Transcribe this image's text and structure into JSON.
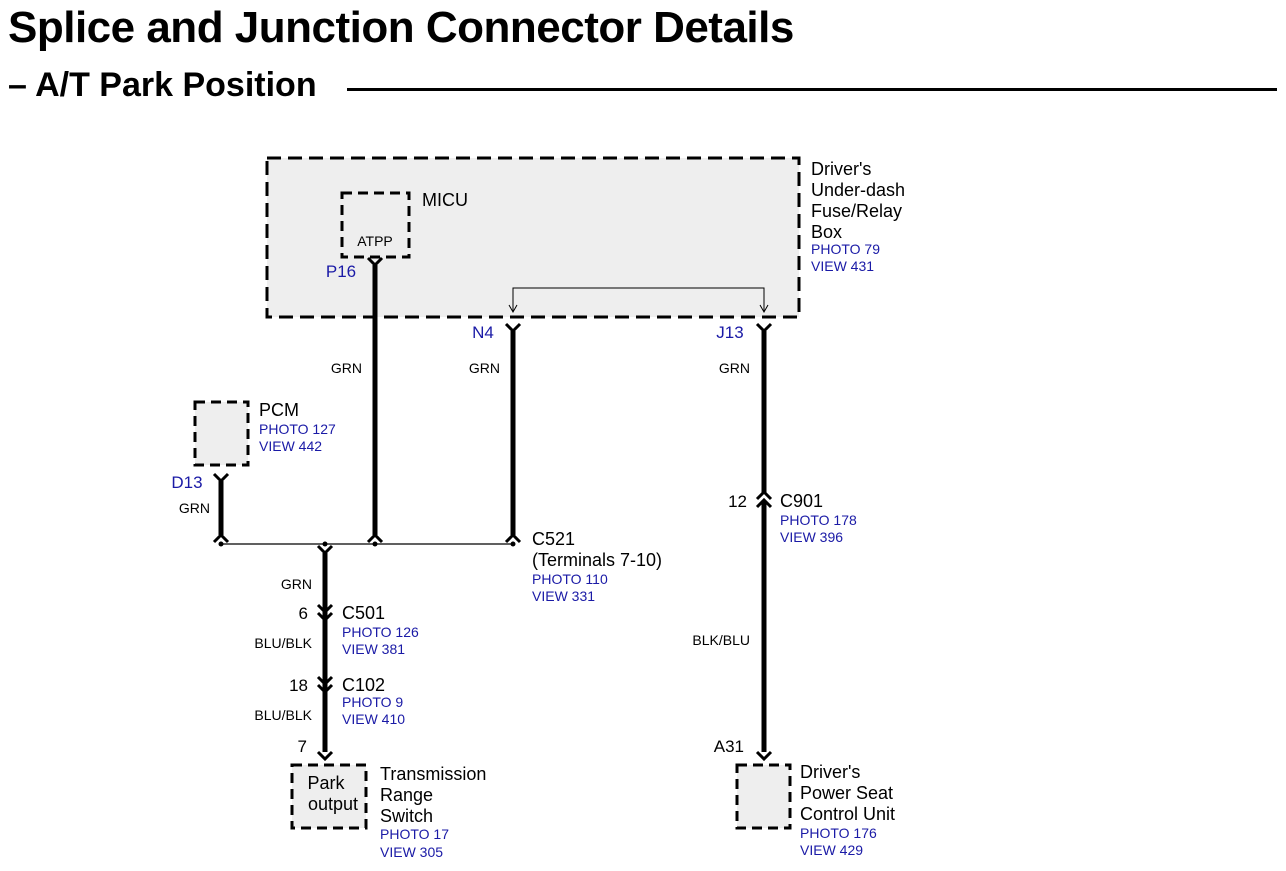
{
  "title": "Splice and Junction Connector Details",
  "subtitle": "A/T Park Position",
  "colors": {
    "link": "#1a1aa6",
    "box_fill": "#eeeeee",
    "wire": "#000000"
  },
  "fuse_box": {
    "name_lines": [
      "Driver's",
      "Under-dash",
      "Fuse/Relay",
      "Box"
    ],
    "photo": "PHOTO 79",
    "view": "VIEW 431"
  },
  "micu": {
    "name": "MICU",
    "pin_label": "ATPP"
  },
  "terminals": {
    "p16": "P16",
    "n4": "N4",
    "j13": "J13",
    "d13": "D13",
    "a31": "A31"
  },
  "pcm": {
    "name": "PCM",
    "photo": "PHOTO 127",
    "view": "VIEW 442"
  },
  "wire_colors": {
    "micu_wire": "GRN",
    "n4_wire": "GRN",
    "j13_wire": "GRN",
    "pcm_wire": "GRN",
    "splice_out": "GRN",
    "c501_out": "BLU/BLK",
    "c102_out": "BLU/BLK",
    "c901_out": "BLK/BLU"
  },
  "c521": {
    "name": "C521",
    "detail": "(Terminals 7-10)",
    "photo": "PHOTO 110",
    "view": "VIEW 331"
  },
  "c901": {
    "pin": "12",
    "name": "C901",
    "photo": "PHOTO 178",
    "view": "VIEW 396"
  },
  "c501": {
    "pin": "6",
    "name": "C501",
    "photo": "PHOTO 126",
    "view": "VIEW 381"
  },
  "c102": {
    "pin": "18",
    "name": "C102",
    "photo": "PHOTO 9",
    "view": "VIEW 410"
  },
  "trs": {
    "pin": "7",
    "inner_lines": [
      "Park",
      "output"
    ],
    "name_lines": [
      "Transmission",
      "Range",
      "Switch"
    ],
    "photo": "PHOTO 17",
    "view": "VIEW 305"
  },
  "seat": {
    "name_lines": [
      "Driver's",
      "Power Seat",
      "Control Unit"
    ],
    "photo": "PHOTO 176",
    "view": "VIEW 429"
  }
}
